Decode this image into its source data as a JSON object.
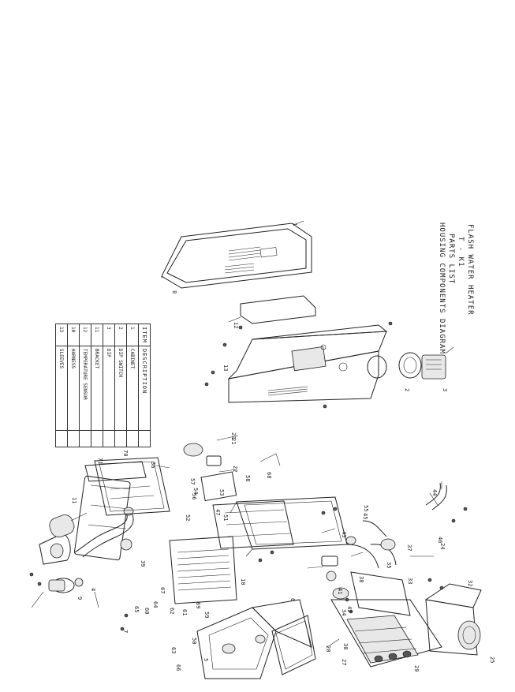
{
  "title": {
    "line1": "FLASH WATER HEATER",
    "line2": "T - K1",
    "line3": "PARTS LIST",
    "line4": "HOUSING COMPONENTS DIAGRAM"
  },
  "parts_table": {
    "header_item": "ITEM",
    "header_description": "DESCRIPTION",
    "rows": [
      {
        "item": "1",
        "description": "CABINET"
      },
      {
        "item": "2",
        "description": "DIP SWITCH"
      },
      {
        "item": "3",
        "description": "DIP"
      },
      {
        "item": "11",
        "description": "BRACKET"
      },
      {
        "item": "12",
        "description": "TEMPERATURE SENSOR"
      },
      {
        "item": "10",
        "description": "HARNESS"
      },
      {
        "item": "13",
        "description": "SLEEVES"
      }
    ]
  },
  "callouts": [
    {
      "id": "c1",
      "text": "1"
    },
    {
      "id": "c2",
      "text": "2"
    },
    {
      "id": "c3",
      "text": "3"
    },
    {
      "id": "c4",
      "text": "4"
    },
    {
      "id": "c5",
      "text": "5"
    },
    {
      "id": "c6",
      "text": "6"
    },
    {
      "id": "c7",
      "text": "7"
    },
    {
      "id": "c8",
      "text": "8"
    },
    {
      "id": "c9",
      "text": "9"
    },
    {
      "id": "c10",
      "text": "10"
    },
    {
      "id": "c11",
      "text": "11"
    },
    {
      "id": "c12",
      "text": "12"
    },
    {
      "id": "c13",
      "text": "13"
    },
    {
      "id": "c20",
      "text": "20"
    },
    {
      "id": "c21",
      "text": "21"
    },
    {
      "id": "c22",
      "text": "22"
    },
    {
      "id": "c23",
      "text": "23"
    },
    {
      "id": "c24",
      "text": "24"
    },
    {
      "id": "c25",
      "text": "25"
    },
    {
      "id": "c27",
      "text": "27"
    },
    {
      "id": "c29",
      "text": "29"
    },
    {
      "id": "c30",
      "text": "30"
    },
    {
      "id": "c32",
      "text": "32"
    },
    {
      "id": "c33",
      "text": "33"
    },
    {
      "id": "c34",
      "text": "34"
    },
    {
      "id": "c35",
      "text": "35"
    },
    {
      "id": "c36",
      "text": "36"
    },
    {
      "id": "c37",
      "text": "37"
    },
    {
      "id": "c38",
      "text": "38"
    },
    {
      "id": "c39",
      "text": "39"
    },
    {
      "id": "c41",
      "text": "41"
    },
    {
      "id": "c42",
      "text": "42"
    },
    {
      "id": "c43",
      "text": "43"
    },
    {
      "id": "c44",
      "text": "44"
    },
    {
      "id": "c45",
      "text": "45"
    },
    {
      "id": "c46",
      "text": "46"
    },
    {
      "id": "c47",
      "text": "47"
    },
    {
      "id": "c50",
      "text": "50"
    },
    {
      "id": "c51",
      "text": "51"
    },
    {
      "id": "c52",
      "text": "52"
    },
    {
      "id": "c53",
      "text": "53"
    },
    {
      "id": "c54",
      "text": "54"
    },
    {
      "id": "c55",
      "text": "55"
    },
    {
      "id": "c56",
      "text": "56"
    },
    {
      "id": "c57",
      "text": "57"
    },
    {
      "id": "c58",
      "text": "58"
    },
    {
      "id": "c59",
      "text": "59"
    },
    {
      "id": "c60",
      "text": "60"
    },
    {
      "id": "c61",
      "text": "61"
    },
    {
      "id": "c62",
      "text": "62"
    },
    {
      "id": "c63",
      "text": "63"
    },
    {
      "id": "c64",
      "text": "64"
    },
    {
      "id": "c65",
      "text": "65"
    },
    {
      "id": "c66",
      "text": "66"
    },
    {
      "id": "c67",
      "text": "67"
    },
    {
      "id": "c68",
      "text": "68"
    },
    {
      "id": "c69",
      "text": "69"
    },
    {
      "id": "c70",
      "text": "70"
    },
    {
      "id": "c71",
      "text": "71"
    }
  ]
}
